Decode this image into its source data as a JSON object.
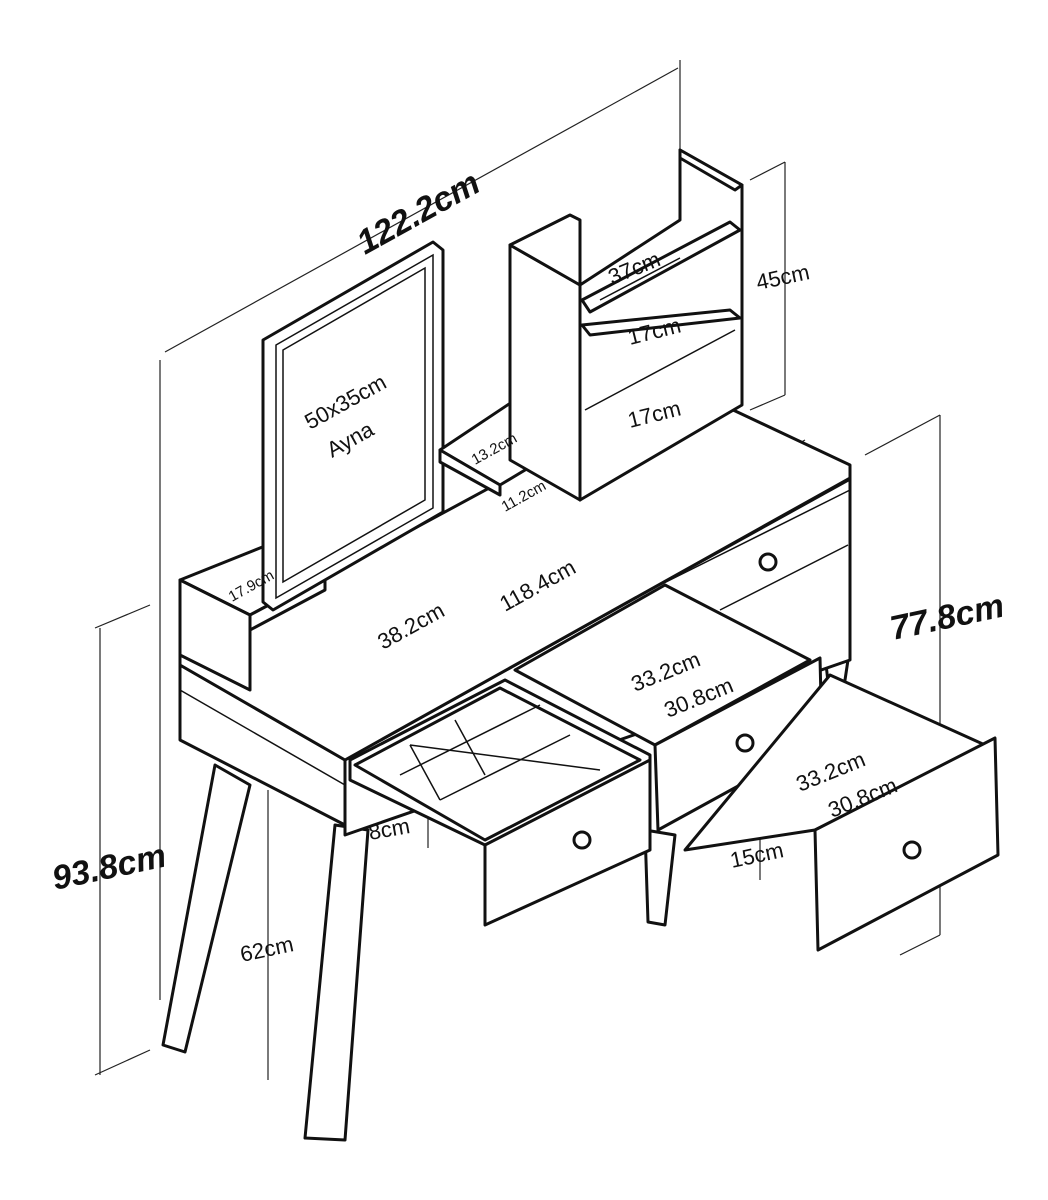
{
  "title": "Dressing table dimension drawing",
  "labels": {
    "total_width": "122.2cm",
    "shelf_height": "45cm",
    "shelf_width": "37cm",
    "shelf_gap_1": "17cm",
    "shelf_gap_2": "17cm",
    "mirror_size": "50x35cm",
    "mirror_label": "Ayna",
    "small_shelf_depth": "13.2cm",
    "small_shelf_height": "11.2cm",
    "left_shelf_depth": "17.9cm",
    "top_width": "118.4cm",
    "top_depth": "38.2cm",
    "table_height": "77.8cm",
    "total_height": "93.8cm",
    "leg_height": "62cm",
    "drawer_mid_outer": "33.2cm",
    "drawer_mid_inner": "30.8cm",
    "drawer_right_outer": "33.2cm",
    "drawer_right_inner": "30.8cm",
    "drawer_left_depth": "8cm",
    "drawer_right_depth": "15cm"
  },
  "colors": {
    "line": "#111111",
    "background": "#ffffff"
  }
}
